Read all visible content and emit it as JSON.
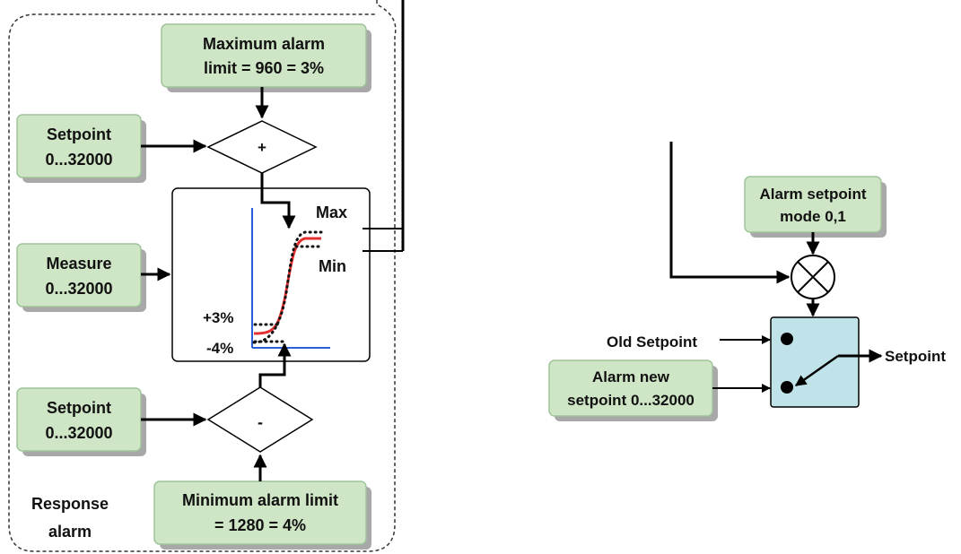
{
  "diagram": {
    "left": {
      "max_alarm": [
        "Maximum alarm",
        "limit = 960 = 3%"
      ],
      "setpoint_top": [
        "Setpoint",
        "0...32000"
      ],
      "plus_sign": "+",
      "measure": [
        "Measure",
        "0...32000"
      ],
      "graph": {
        "max_label": "Max",
        "min_label": "Min",
        "plus3_label": "+3%",
        "minus4_label": "-4%"
      },
      "setpoint_bottom": [
        "Setpoint",
        "0...32000"
      ],
      "minus_sign": "-",
      "min_alarm": [
        "Minimum alarm limit",
        "= 1280 = 4%"
      ],
      "group_label": [
        "Response",
        "alarm"
      ]
    },
    "right": {
      "alarm_mode": [
        "Alarm setpoint",
        "mode 0,1"
      ],
      "old_setpoint": "Old Setpoint",
      "alarm_new": [
        "Alarm new",
        "setpoint 0...32000"
      ],
      "setpoint_out": "Setpoint"
    }
  }
}
